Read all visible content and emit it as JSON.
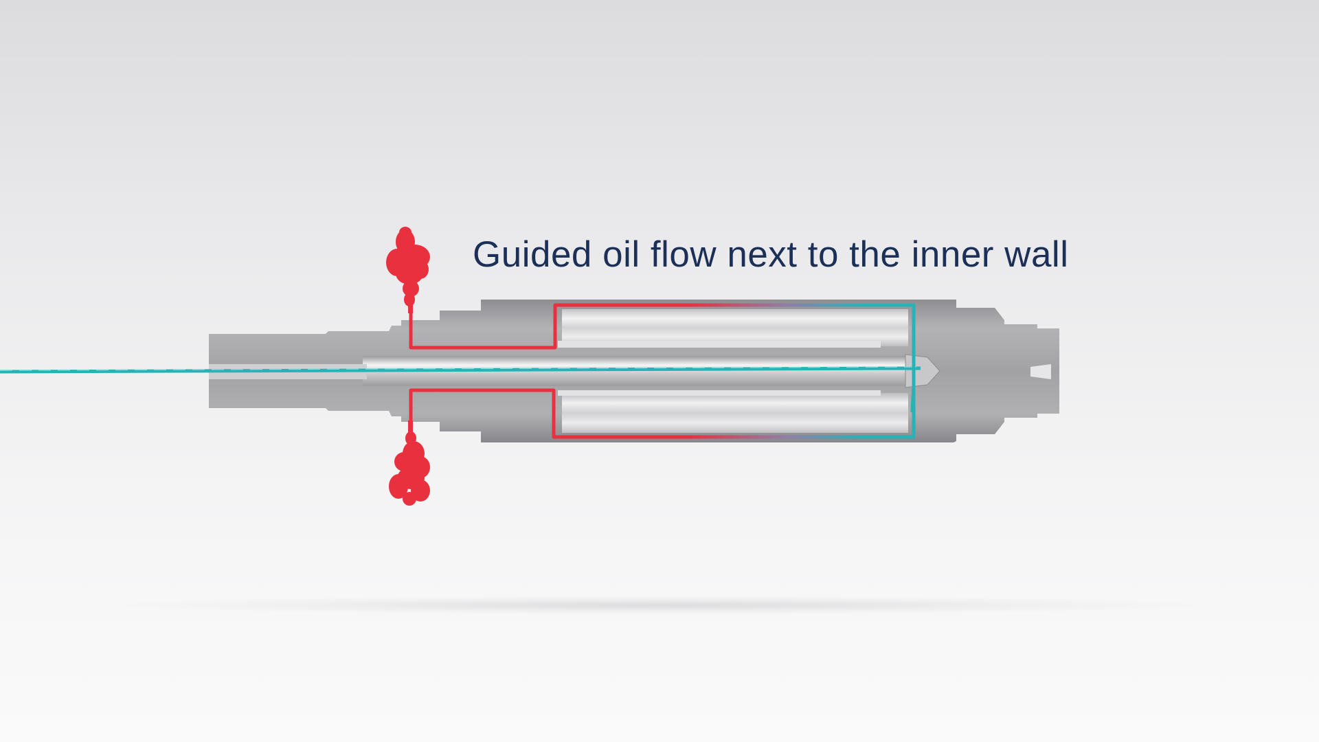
{
  "caption": "Guided oil flow next to the inner wall",
  "colors": {
    "background_top": "#dcdcde",
    "background_bottom": "#fafafa",
    "caption_text": "#1c2f57",
    "hot_oil": "#e8303f",
    "cool_oil": "#27b3b5",
    "metal": "#a3a3a6"
  },
  "icons": {
    "oil_inlet_top": "red-oil-splash",
    "oil_inlet_bottom": "red-oil-splash"
  }
}
